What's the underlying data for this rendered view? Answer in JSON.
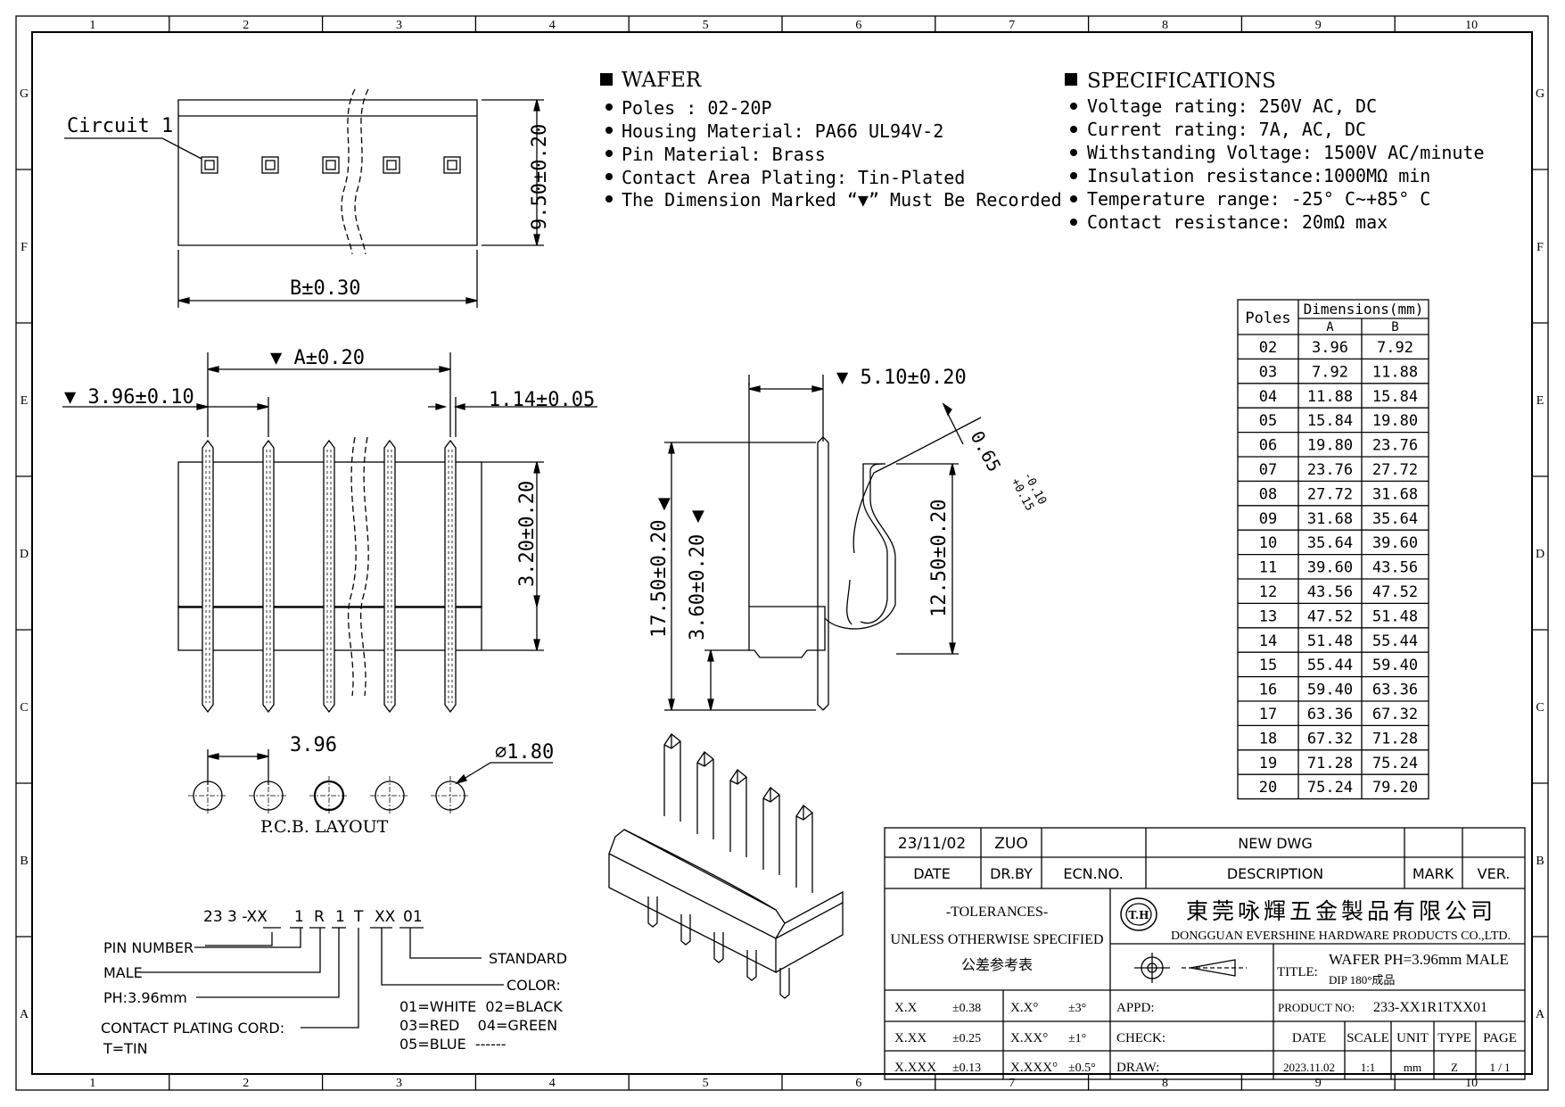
{
  "border": {
    "columns": [
      "1",
      "2",
      "3",
      "4",
      "5",
      "6",
      "7",
      "8",
      "9",
      "10"
    ],
    "rows": [
      "G",
      "F",
      "E",
      "D",
      "C",
      "B",
      "A"
    ]
  },
  "top_view": {
    "circuit_label": "Circuit 1",
    "width_dim": "B±0.30",
    "height_dim": "9.50±0.20"
  },
  "front_view": {
    "pitch_dim": "▼ 3.96±0.10",
    "span_dim": "▼ A±0.20",
    "pin_width_dim": "1.14±0.05",
    "pin_height_dim": "3.20±0.20"
  },
  "side_view": {
    "top_dim": "▼ 5.10±0.20",
    "total_height_dim": "17.50±0.20",
    "lower_dim": "3.60±0.20",
    "upper_dim": "12.50±0.20",
    "pin_thick": "0.65",
    "tol_plus": "-0.10",
    "tol_minus": "+0.15"
  },
  "pcb_layout": {
    "pitch": "3.96",
    "hole_dia": "⌀1.80",
    "label": "P.C.B. LAYOUT"
  },
  "wafer": {
    "title": "WAFER",
    "items": [
      "Poles : 02-20P",
      "Housing Material: PA66 UL94V-2",
      "Pin Material: Brass",
      "Contact Area Plating: Tin-Plated",
      "The Dimension Marked “▼” Must Be Recorded"
    ]
  },
  "specifications": {
    "title": "SPECIFICATIONS",
    "items": [
      "Voltage rating: 250V AC, DC",
      "Current rating: 7A, AC, DC",
      "Withstanding Voltage: 1500V AC/minute",
      "Insulation resistance:1000MΩ min",
      "Temperature range: -25° C~+85° C",
      "Contact resistance: 20mΩ max"
    ]
  },
  "dim_table": {
    "poles_header": "Poles",
    "dims_header": "Dimensions(mm)",
    "col_a": "A",
    "col_b": "B",
    "rows": [
      [
        "02",
        "3.96",
        "7.92"
      ],
      [
        "03",
        "7.92",
        "11.88"
      ],
      [
        "04",
        "11.88",
        "15.84"
      ],
      [
        "05",
        "15.84",
        "19.80"
      ],
      [
        "06",
        "19.80",
        "23.76"
      ],
      [
        "07",
        "23.76",
        "27.72"
      ],
      [
        "08",
        "27.72",
        "31.68"
      ],
      [
        "09",
        "31.68",
        "35.64"
      ],
      [
        "10",
        "35.64",
        "39.60"
      ],
      [
        "11",
        "39.60",
        "43.56"
      ],
      [
        "12",
        "43.56",
        "47.52"
      ],
      [
        "13",
        "47.52",
        "51.48"
      ],
      [
        "14",
        "51.48",
        "55.44"
      ],
      [
        "15",
        "55.44",
        "59.40"
      ],
      [
        "16",
        "59.40",
        "63.36"
      ],
      [
        "17",
        "63.36",
        "67.32"
      ],
      [
        "18",
        "67.32",
        "71.28"
      ],
      [
        "19",
        "71.28",
        "75.24"
      ],
      [
        "20",
        "75.24",
        "79.20"
      ]
    ]
  },
  "part_code": {
    "code_parts": [
      "23 3 -XX",
      "1",
      "R",
      "1",
      "T",
      "XX",
      "01"
    ],
    "pin_number": "PIN NUMBER",
    "male": "MALE",
    "ph": "PH:3.96mm",
    "plating": "CONTACT PLATING CORD:",
    "tin": "T=TIN",
    "standard": "STANDARD",
    "color": "COLOR:",
    "colors": [
      "01=WHITE  02=BLACK",
      "03=RED    04=GREEN",
      "05=BLUE  ------"
    ]
  },
  "title_block": {
    "date_val": "23/11/02",
    "drby_val": "ZUO",
    "new_dwg": "NEW DWG",
    "h_date": "DATE",
    "h_drby": "DR.BY",
    "h_ecn": "ECN.NO.",
    "h_desc": "DESCRIPTION",
    "h_mark": "MARK",
    "h_ver": "VER.",
    "tol_title": "-TOLERANCES-",
    "tol_sub": "UNLESS OTHERWISE SPECIFIED",
    "tol_cn": "公差参考表",
    "logo_text": "T.H",
    "company_cn": "東莞咏輝五金製品有限公司",
    "company_en": "DONGGUAN EVERSHINE HARDWARE PRODUCTS CO.,LTD.",
    "title_label": "TITLE:",
    "title_val": "WAFER PH=3.96mm MALE",
    "title_sub": "DIP 180°成品",
    "tols": [
      [
        "X.X",
        "±0.38",
        "X.X°",
        "±3°"
      ],
      [
        "X.XX",
        "±0.25",
        "X.XX°",
        "±1°"
      ],
      [
        "X.XXX",
        "±0.13",
        "X.XXX°",
        "±0.5°"
      ]
    ],
    "appd": "APPD:",
    "check": "CHECK:",
    "draw": "DRAW:",
    "product_no_label": "PRODUCT NO:",
    "product_no": "233-XX1R1TXX01",
    "h_date2": "DATE",
    "h_scale": "SCALE",
    "h_unit": "UNIT",
    "h_type": "TYPE",
    "h_page": "PAGE",
    "v_date": "2023.11.02",
    "v_scale": "1:1",
    "v_unit": "mm",
    "v_type": "Z",
    "v_page": "1 / 1"
  }
}
